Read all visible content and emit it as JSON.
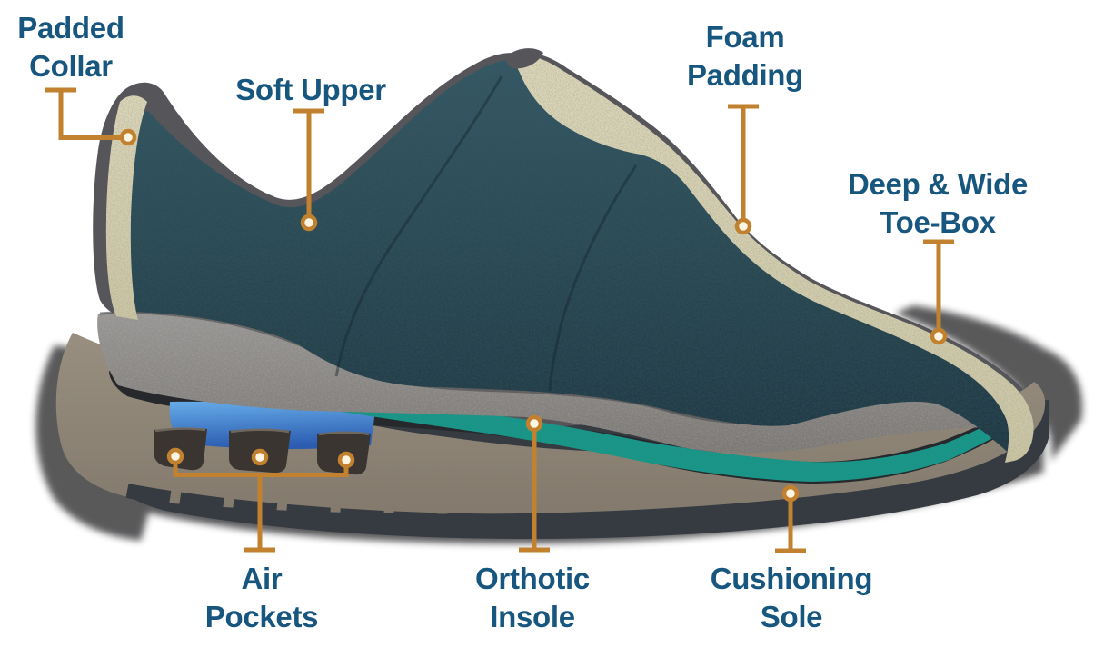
{
  "diagram": {
    "subject": "orthopedic-shoe-cutaway",
    "background": "#ffffff",
    "colors": {
      "label_text": "#17567e",
      "leader_line": "#c2812f",
      "callout_dot_fill": "#fdf5e4",
      "upper_fabric": "#2b4a54",
      "foam_padding": "#d8d3b5",
      "cut_edge": "#55555a",
      "insole": "#8b8885",
      "orthotic_foam": "#17998a",
      "midsole_dark": "#26282c",
      "air_chamber": "#3b77c6",
      "air_pocket": "#3b3531",
      "sole": "#8e8577",
      "outsole": "#363b41",
      "shadow": "#4b4b4d"
    },
    "labels": [
      {
        "id": "padded-collar",
        "lines": [
          "Padded",
          "Collar"
        ]
      },
      {
        "id": "soft-upper",
        "lines": [
          "Soft Upper"
        ]
      },
      {
        "id": "foam-padding",
        "lines": [
          "Foam",
          "Padding"
        ]
      },
      {
        "id": "toe-box",
        "lines": [
          "Deep & Wide",
          "Toe-Box"
        ]
      },
      {
        "id": "air-pockets",
        "lines": [
          "Air",
          "Pockets"
        ]
      },
      {
        "id": "orthotic-insole",
        "lines": [
          "Orthotic",
          "Insole"
        ]
      },
      {
        "id": "cushioning-sole",
        "lines": [
          "Cushioning",
          "Sole"
        ]
      }
    ]
  }
}
